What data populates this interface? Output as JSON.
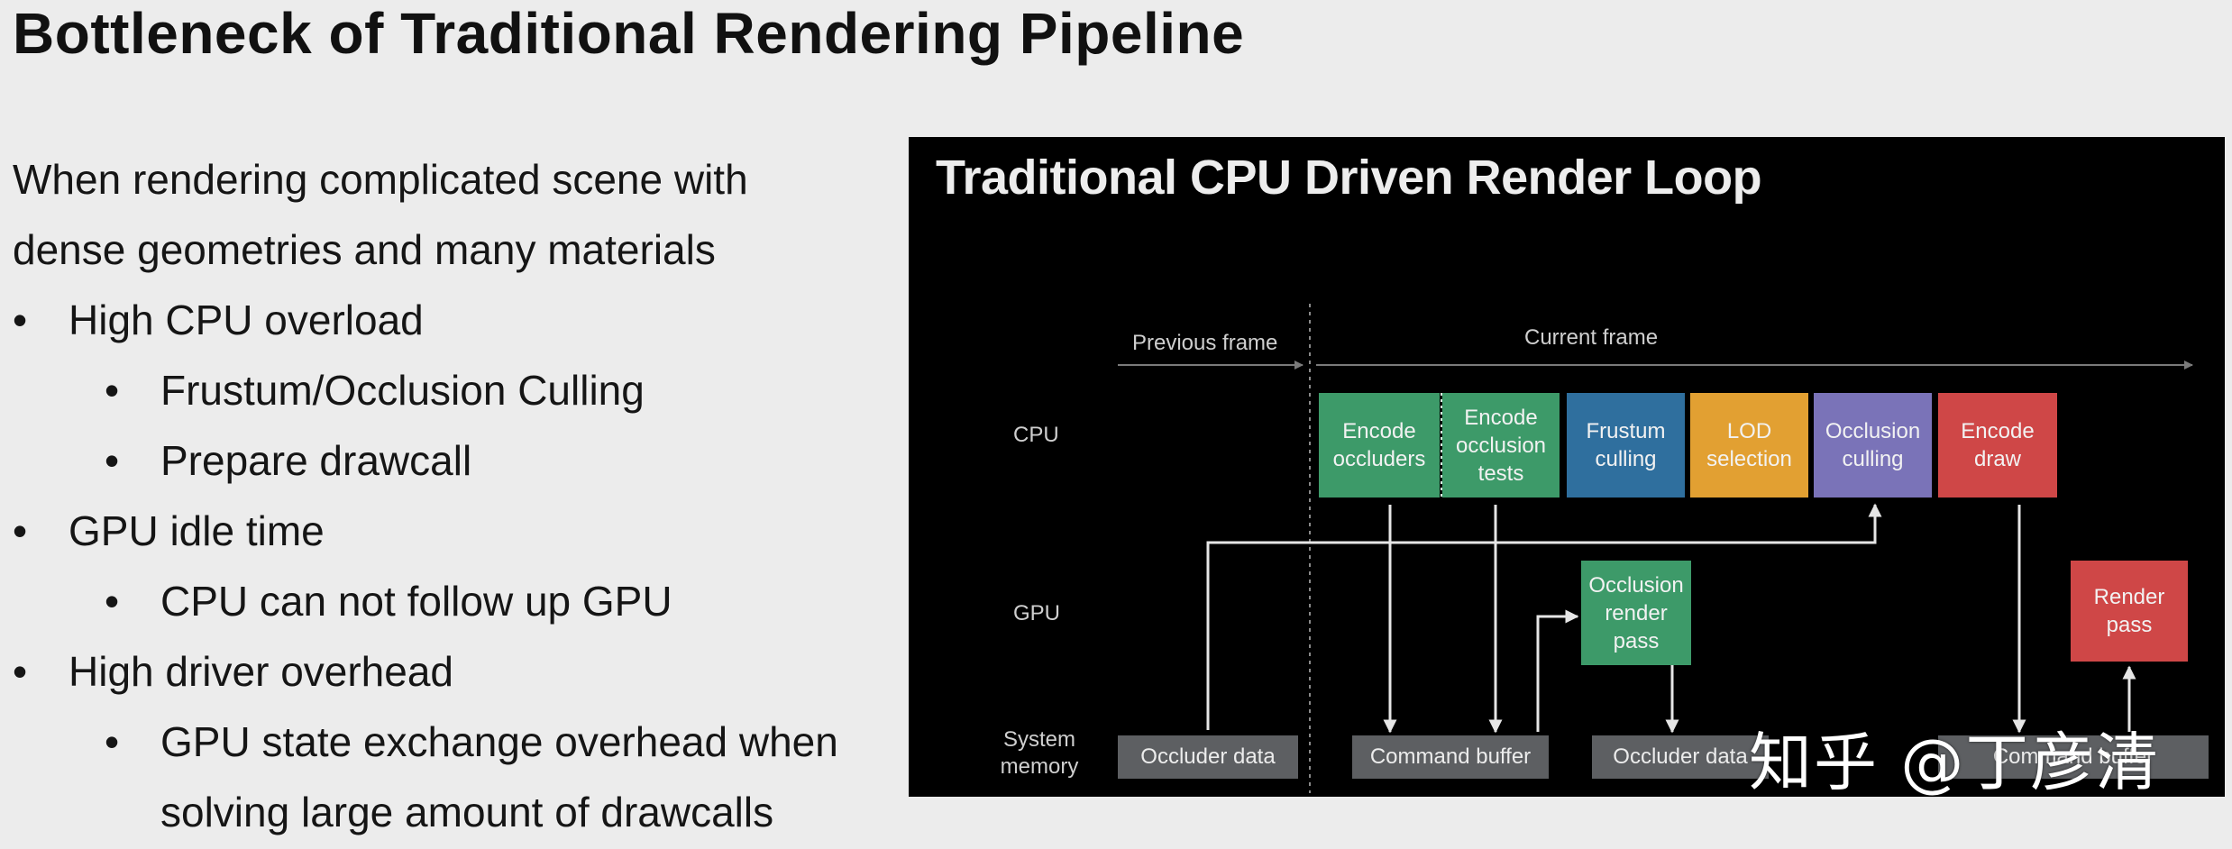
{
  "slide": {
    "title": "Bottleneck of Traditional Rendering Pipeline",
    "intro_lines": [
      "When rendering complicated scene with",
      "dense geometries and many materials"
    ],
    "bullets": [
      {
        "level": 1,
        "text": "High CPU overload"
      },
      {
        "level": 2,
        "text": "Frustum/Occlusion Culling"
      },
      {
        "level": 2,
        "text": "Prepare drawcall"
      },
      {
        "level": 1,
        "text": "GPU idle time"
      },
      {
        "level": 2,
        "text": "CPU can not follow up GPU"
      },
      {
        "level": 1,
        "text": "High driver overhead"
      },
      {
        "level": 2,
        "text": "GPU state exchange overhead when"
      },
      {
        "level": 2,
        "text": "solving large amount of drawcalls",
        "continuation": true
      }
    ]
  },
  "diagram": {
    "title": "Traditional CPU Driven Render Loop",
    "timeline": {
      "previous": "Previous frame",
      "current": "Current frame"
    },
    "rows": {
      "cpu": "CPU",
      "gpu": "GPU",
      "memory_line1": "System",
      "memory_line2": "memory"
    },
    "cpu_stages": [
      {
        "lines": [
          "Encode",
          "occluders"
        ],
        "color": "#3d9a69"
      },
      {
        "lines": [
          "Encode",
          "occlusion",
          "tests"
        ],
        "color": "#3d9a69"
      },
      {
        "lines": [
          "Frustum",
          "culling"
        ],
        "color": "#2f6f9e"
      },
      {
        "lines": [
          "LOD",
          "selection"
        ],
        "color": "#e2a032"
      },
      {
        "lines": [
          "Occlusion",
          "culling"
        ],
        "color": "#7a73b8"
      },
      {
        "lines": [
          "Encode",
          "draw"
        ],
        "color": "#cf4747"
      }
    ],
    "gpu_passes": [
      {
        "lines": [
          "Occlusion",
          "render",
          "pass"
        ],
        "color": "#3d9a69"
      },
      {
        "lines": [
          "Render",
          "pass"
        ],
        "color": "#cf4747"
      }
    ],
    "memory_blocks": [
      "Occluder data",
      "Command buffer",
      "Occluder data",
      "Command buffer"
    ]
  },
  "watermark": "知乎 @丁彦清"
}
